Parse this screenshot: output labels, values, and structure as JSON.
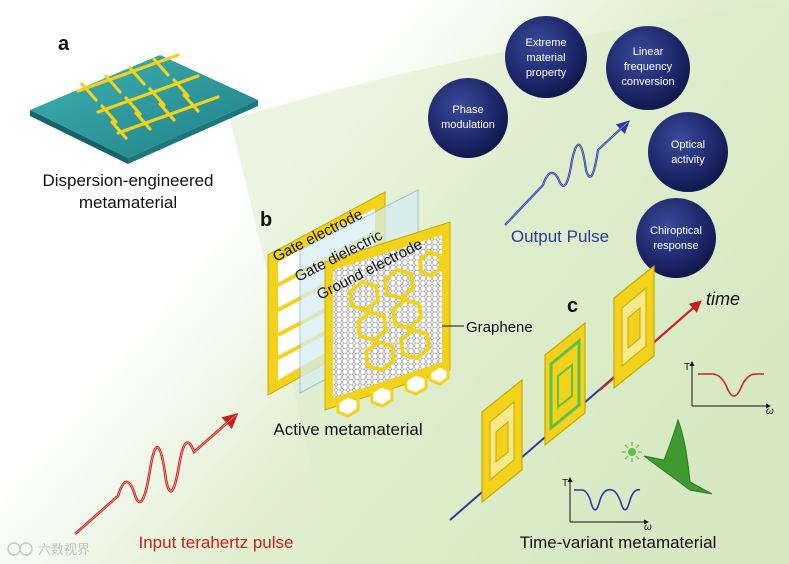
{
  "panels": {
    "a": {
      "letter": "a",
      "caption_line1": "Dispersion-engineered",
      "caption_line2": "metamaterial"
    },
    "b": {
      "letter": "b",
      "layer_gate_electrode": "Gate electrode",
      "layer_gate_dielectric": "Gate dielectric",
      "layer_ground_electrode": "Ground electrode",
      "graphene_label": "Graphene",
      "caption": "Active metamaterial"
    },
    "c": {
      "letter": "c",
      "time_label": "time",
      "caption": "Time-variant metamaterial",
      "plot_axis_t": "T",
      "plot_axis_omega": "ω"
    }
  },
  "input_label": "Input terahertz pulse",
  "output_label": "Output Pulse",
  "applications": [
    {
      "line1": "Phase",
      "line2": "modulation",
      "line3": ""
    },
    {
      "line1": "Extreme",
      "line2": "material",
      "line3": "property"
    },
    {
      "line1": "Linear",
      "line2": "frequency",
      "line3": "conversion"
    },
    {
      "line1": "Optical",
      "line2": "activity",
      "line3": ""
    },
    {
      "line1": "Chiroptical",
      "line2": "response",
      "line3": ""
    }
  ],
  "watermark": "六数视界",
  "colors": {
    "gold": "#f2d21a",
    "teal": "#2a9aa0",
    "navy_circle": "#1b2466",
    "input_red": "#c8201e",
    "output_blue": "#2c3a9e",
    "bg_green": "#d9ecc8"
  }
}
